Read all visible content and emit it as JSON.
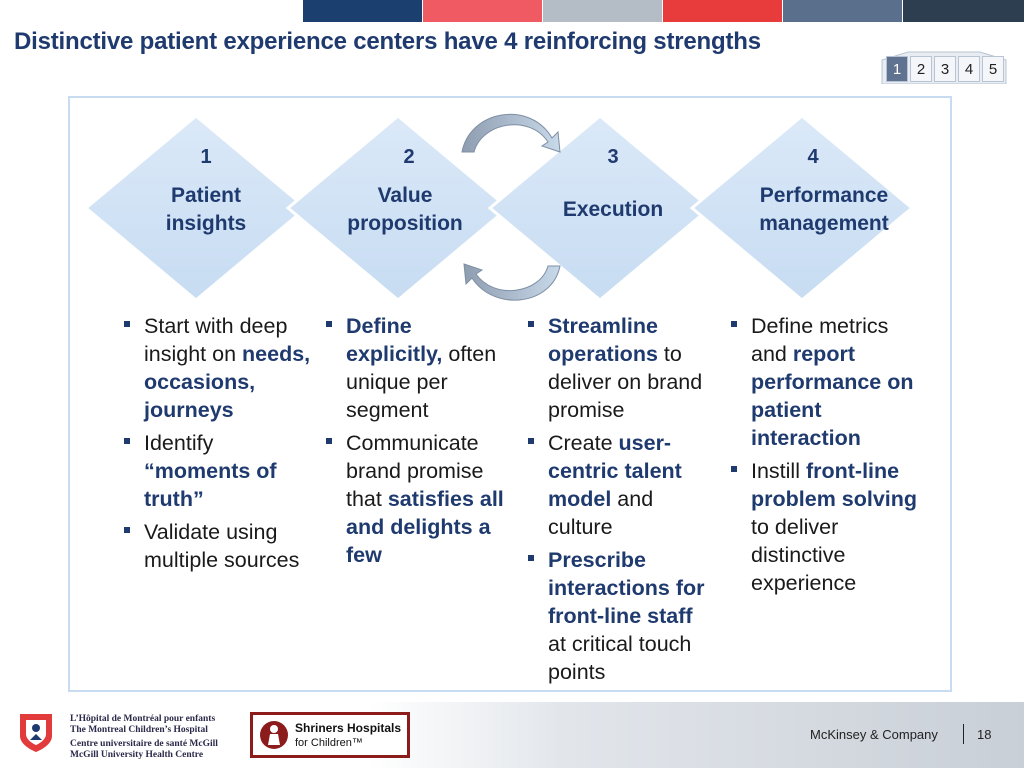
{
  "title": "Distinctive patient experience centers have 4 reinforcing strengths",
  "top_bar_colors": [
    "#1b3f6e",
    "#f05a63",
    "#b4bcc6",
    "#e83c3c",
    "#5a6f8c",
    "#2d3e50"
  ],
  "pagination": [
    {
      "label": "1",
      "active": true
    },
    {
      "label": "2",
      "active": false
    },
    {
      "label": "3",
      "active": false
    },
    {
      "label": "4",
      "active": false
    },
    {
      "label": "5",
      "active": false
    }
  ],
  "steps": [
    {
      "number": "1",
      "label_line1": "Patient",
      "label_line2": "insights"
    },
    {
      "number": "2",
      "label_line1": "Value",
      "label_line2": "proposition"
    },
    {
      "number": "3",
      "label_line1": "Execution",
      "label_line2": ""
    },
    {
      "number": "4",
      "label_line1": "Performance",
      "label_line2": "management"
    }
  ],
  "columns": [
    {
      "bullets": [
        {
          "pre": "Start with deep insight on ",
          "bold": "needs, occasions, journeys",
          "post": ""
        },
        {
          "pre": "Identify ",
          "bold": "“moments of truth”",
          "post": ""
        },
        {
          "pre": "Validate using multiple sources",
          "bold": "",
          "post": ""
        }
      ]
    },
    {
      "bullets": [
        {
          "pre": "",
          "bold": "Define explicitly,",
          "post": " often unique per segment"
        },
        {
          "pre": "Communicate brand promise that ",
          "bold": "satisfies all and delights a few",
          "post": ""
        }
      ]
    },
    {
      "bullets": [
        {
          "pre": "",
          "bold": "Streamline operations",
          "post": " to deliver on brand promise"
        },
        {
          "pre": "Create ",
          "bold": "user-centric talent model",
          "post": " and culture"
        },
        {
          "pre": "",
          "bold": "Prescribe interactions for front-line staff",
          "post": " at critical touch points"
        }
      ]
    },
    {
      "bullets": [
        {
          "pre": "Define metrics and ",
          "bold": "report performance on patient interaction",
          "post": ""
        },
        {
          "pre": "Instill ",
          "bold": "front-line problem solving",
          "post": " to deliver distinctive experience"
        }
      ]
    }
  ],
  "footer": {
    "hospital_lines": [
      "L’Hôpital de Montréal pour enfants",
      "The Montreal Children’s Hospital",
      "Centre universitaire de santé McGill",
      "McGill University Health Centre"
    ],
    "shriners_name": "Shriners Hospitals",
    "shriners_sub": "for Children™",
    "company": "McKinsey & Company",
    "page_number": "18"
  }
}
